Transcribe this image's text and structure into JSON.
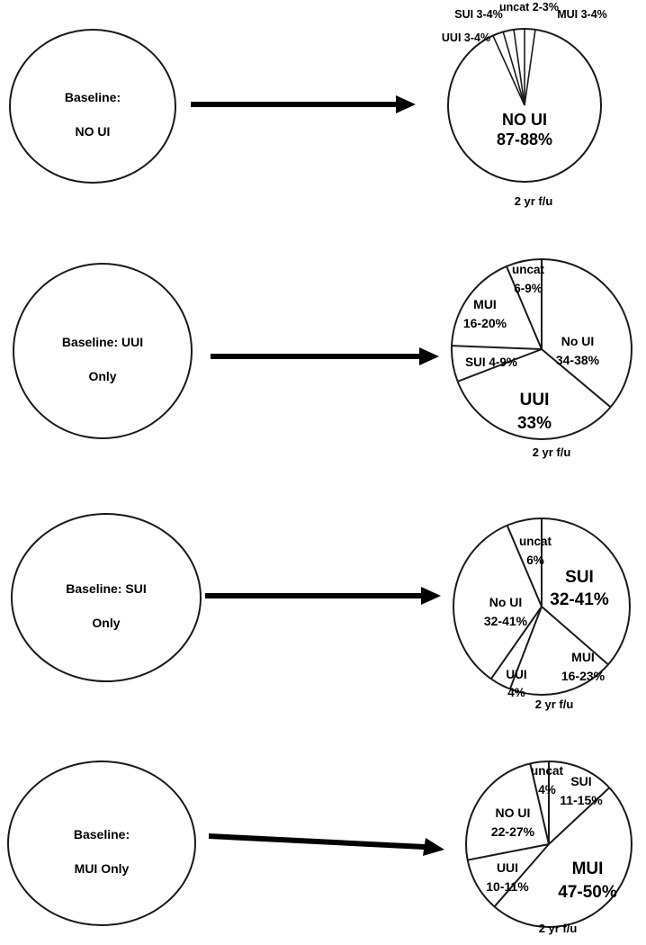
{
  "figure": {
    "title": "Transitions in urinary incontinence type from baseline to 2-year follow-up",
    "followup_note": "2 yr f/u",
    "arrow_icon": "right-arrow-icon",
    "line_color": "#1a1a1a",
    "background": "#ffffff"
  },
  "chart_data": {
    "type": "pie",
    "title": "Transitions in urinary incontinence type from baseline to 2-year follow-up",
    "legend": "none",
    "groups": [
      {
        "baseline_label": "Baseline:\nNO UI",
        "followup_label": "2 yr f/u",
        "center_label": "NO UI",
        "center_value": "87-88%",
        "categories": [
          "NO UI",
          "MUI",
          "uncat",
          "SUI",
          "UUI"
        ],
        "values": [
          88,
          3.5,
          2.5,
          3.5,
          3.5
        ],
        "value_labels": [
          "87-88%",
          "MUI 3-4%",
          "uncat 2-3%",
          "SUI 3-4%",
          "UUI 3-4%"
        ]
      },
      {
        "baseline_label": "Baseline: UUI\nOnly",
        "followup_label": "2 yr f/u",
        "center_label": "UUI",
        "center_value": "33%",
        "categories": [
          "No UI",
          "UUI",
          "SUI",
          "MUI",
          "uncat"
        ],
        "values": [
          36,
          33,
          6.5,
          18,
          7.5
        ],
        "value_labels": [
          "No UI\n34-38%",
          "UUI\n33%",
          "SUI 4-9%",
          "MUI\n16-20%",
          "uncat\n6-9%"
        ]
      },
      {
        "baseline_label": "Baseline: SUI\nOnly",
        "followup_label": "2 yr f/u",
        "center_label": "SUI",
        "center_value": "32-41%",
        "categories": [
          "SUI",
          "MUI",
          "UUI",
          "No UI",
          "uncat"
        ],
        "values": [
          36.5,
          19.5,
          4,
          36.5,
          6
        ],
        "value_labels": [
          "SUI\n32-41%",
          "MUI\n16-23%",
          "UUI\n4%",
          "No UI\n32-41%",
          "uncat\n6%"
        ]
      },
      {
        "baseline_label": "Baseline:\nMUI Only",
        "followup_label": "2 yr f/u",
        "center_label": "MUI",
        "center_value": "47-50%",
        "categories": [
          "SUI",
          "MUI",
          "UUI",
          "NO UI",
          "uncat"
        ],
        "values": [
          13,
          48.5,
          10.5,
          24.5,
          4
        ],
        "value_labels": [
          "SUI\n11-15%",
          "MUI\n47-50%",
          "UUI\n10-11%",
          "NO UI\n22-27%",
          "uncat\n4%"
        ]
      }
    ]
  },
  "groups": [
    {
      "baseline_line1": "Baseline:",
      "baseline_line2": "NO UI",
      "followup": "2 yr f/u",
      "labels": {
        "center_name": "NO UI",
        "center_pct": "87-88%",
        "sui": "SUI 3-4%",
        "uncat": "uncat 2-3%",
        "mui": "MUI 3-4%",
        "uui": "UUI 3-4%"
      }
    },
    {
      "baseline_line1": "Baseline: UUI",
      "baseline_line2": "Only",
      "followup": "2 yr f/u",
      "labels": {
        "nouri_name": "No UI",
        "nouri_pct": "34-38%",
        "uui_name": "UUI",
        "uui_pct": "33%",
        "sui": "SUI 4-9%",
        "mui_name": "MUI",
        "mui_pct": "16-20%",
        "uncat_name": "uncat",
        "uncat_pct": "6-9%"
      }
    },
    {
      "baseline_line1": "Baseline: SUI",
      "baseline_line2": "Only",
      "followup": "2 yr f/u",
      "labels": {
        "sui_name": "SUI",
        "sui_pct": "32-41%",
        "mui_name": "MUI",
        "mui_pct": "16-23%",
        "uui_name": "UUI",
        "uui_pct": "4%",
        "nouri_name": "No UI",
        "nouri_pct": "32-41%",
        "uncat_name": "uncat",
        "uncat_pct": "6%"
      }
    },
    {
      "baseline_line1": "Baseline:",
      "baseline_line2": "MUI Only",
      "followup": "2 yr f/u",
      "labels": {
        "sui_name": "SUI",
        "sui_pct": "11-15%",
        "mui_name": "MUI",
        "mui_pct": "47-50%",
        "uui_name": "UUI",
        "uui_pct": "10-11%",
        "nouri_name": "NO UI",
        "nouri_pct": "22-27%",
        "uncat_name": "uncat",
        "uncat_pct": "4%"
      }
    }
  ]
}
